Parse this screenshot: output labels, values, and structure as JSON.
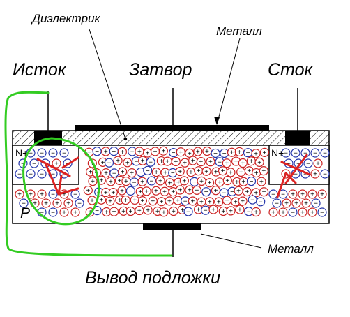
{
  "labels": {
    "dielectric": "Диэлектрик",
    "metal_top": "Металл",
    "source": "Исток",
    "gate": "Затвор",
    "drain": "Сток",
    "substrate_terminal": "Вывод подложки",
    "metal_bottom": "Металл",
    "p_region": "P",
    "n_source": "N+",
    "n_drain": "N+"
  },
  "carriers": {
    "hole_symbol": "+",
    "electron_symbol": "−"
  },
  "colors": {
    "hole": "#cc2222",
    "electron": "#2233aa",
    "hatch": "#000000",
    "metal": "#000000",
    "annotation_green": "#33cc22",
    "annotation_red": "#dd2222"
  }
}
